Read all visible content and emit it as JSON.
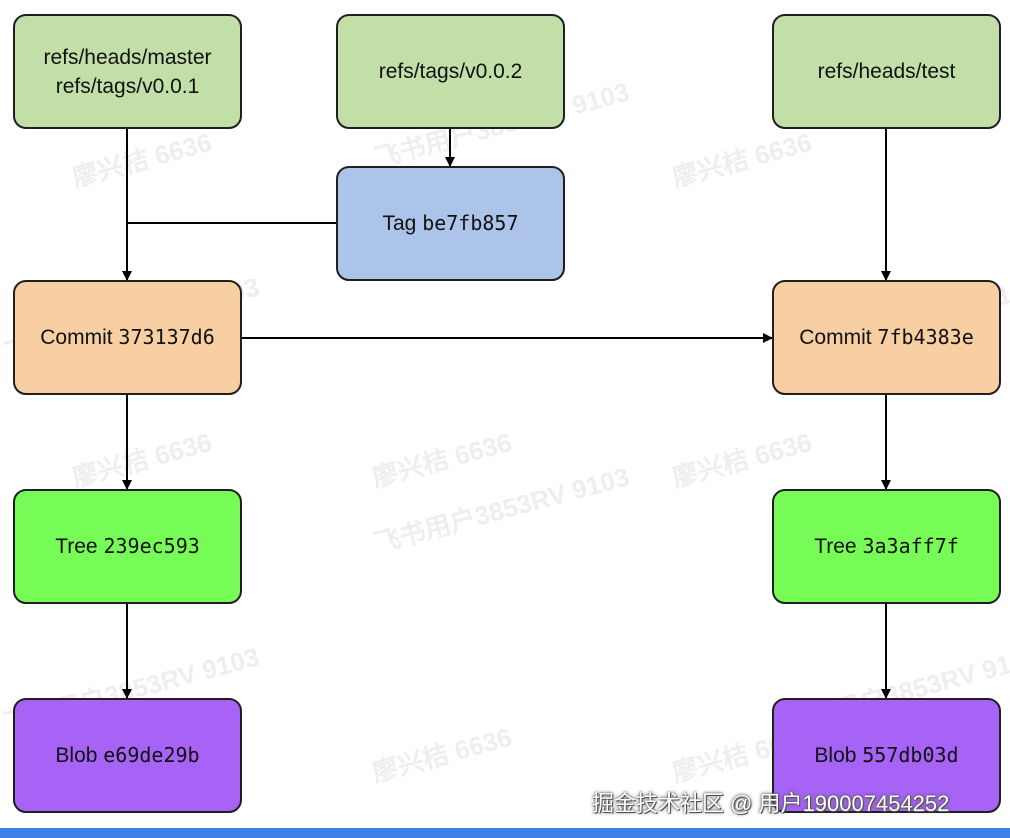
{
  "nodes": {
    "master_ref": {
      "lines": [
        "refs/heads/master",
        "refs/tags/v0.0.1"
      ]
    },
    "tag_ref": {
      "label": "refs/tags/v0.0.2"
    },
    "test_ref": {
      "label": "refs/heads/test"
    },
    "tag_obj": {
      "type": "Tag",
      "hash": "be7fb857"
    },
    "commit_a": {
      "type": "Commit",
      "hash": "373137d6"
    },
    "commit_b": {
      "type": "Commit",
      "hash": "7fb4383e"
    },
    "tree_a": {
      "type": "Tree",
      "hash": "239ec593"
    },
    "tree_b": {
      "type": "Tree",
      "hash": "3a3aff7f"
    },
    "blob_a": {
      "type": "Blob",
      "hash": "e69de29b"
    },
    "blob_b": {
      "type": "Blob",
      "hash": "557db03d"
    }
  },
  "watermark": {
    "name": "廖兴桔 6636",
    "user": "飞书用户3853RV 9103"
  },
  "credit": "掘金技术社区 @ 用户190007454252",
  "colors": {
    "ref": "#c2dfa8",
    "tag": "#adc4ea",
    "commit": "#f7cfa2",
    "tree": "#77fb56",
    "blob": "#a663f5",
    "bottom_bar": "#3e7ee6"
  }
}
